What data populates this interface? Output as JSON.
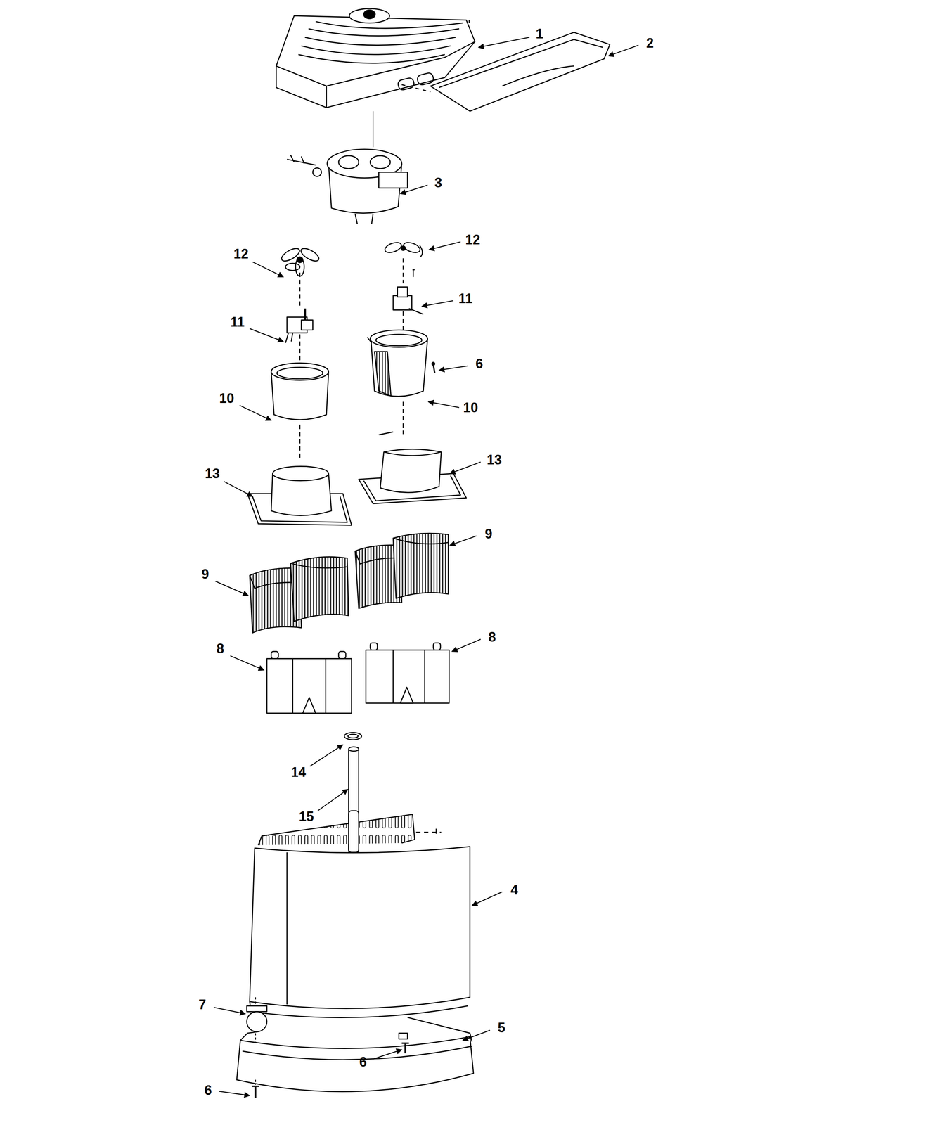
{
  "diagram": {
    "labels": [
      "1",
      "2",
      "3",
      "12",
      "12",
      "11",
      "11",
      "6",
      "10",
      "10",
      "13",
      "13",
      "9",
      "9",
      "8",
      "8",
      "14",
      "15",
      "4",
      "7",
      "5",
      "6",
      "6"
    ]
  }
}
